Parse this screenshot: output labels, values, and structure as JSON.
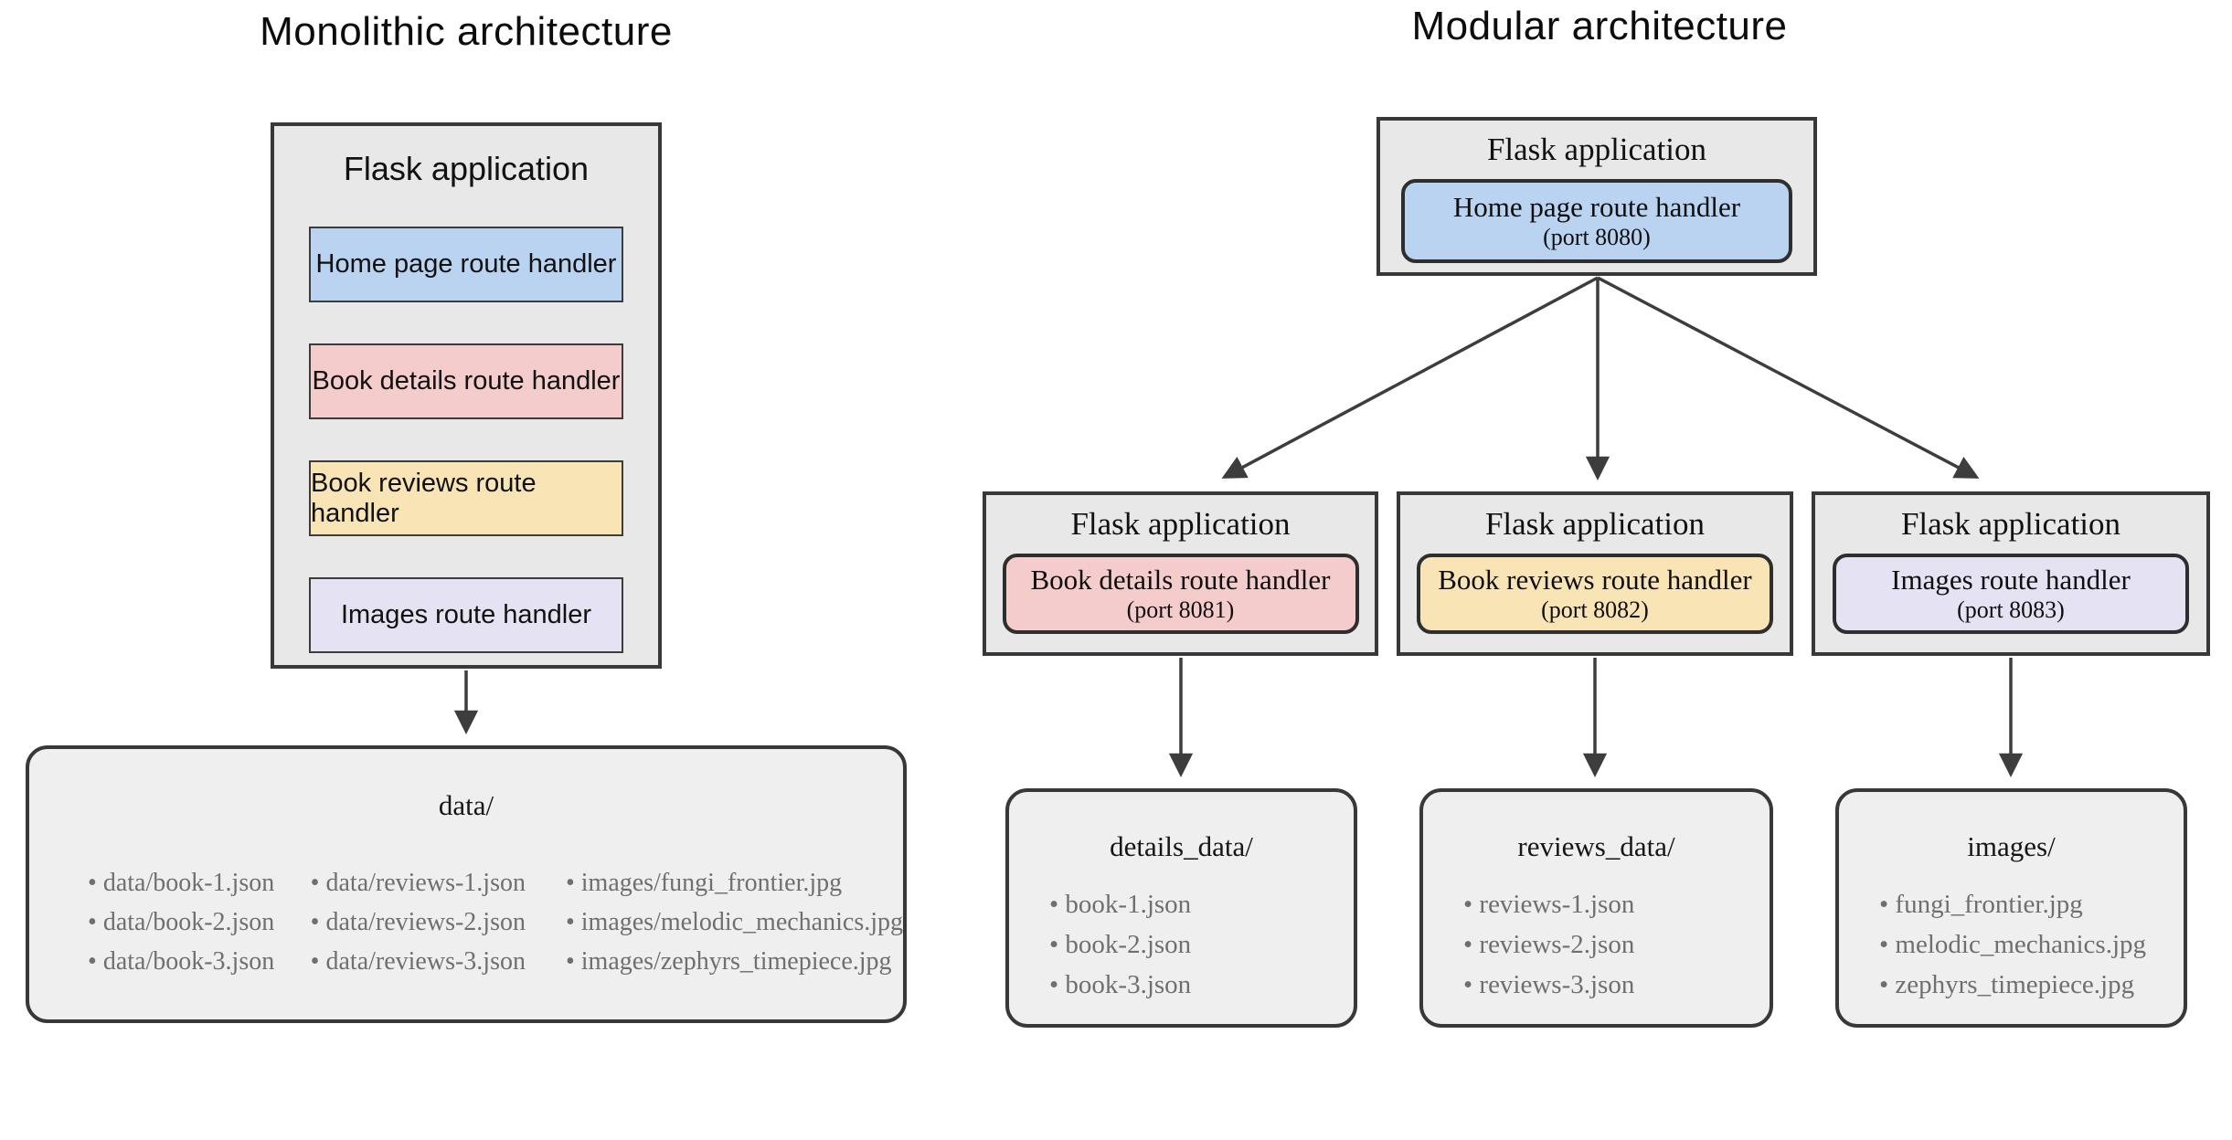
{
  "colors": {
    "app_fill": "#e8e8e8",
    "store_fill": "#efefef",
    "border": "#383838",
    "arrow": "#3d3d3d",
    "muted_text": "#6f6f6f",
    "blue": "#b9d3f0",
    "pink": "#f5cccc",
    "yellow": "#f9e4b5",
    "lavender": "#e4e2f3"
  },
  "monolithic": {
    "title": "Monolithic architecture",
    "app": {
      "title": "Flask application",
      "handlers": [
        {
          "label": "Home page route handler",
          "fill": "#b9d3f0"
        },
        {
          "label": "Book details route handler",
          "fill": "#f5cccc"
        },
        {
          "label": "Book reviews route handler",
          "fill": "#f9e4b5"
        },
        {
          "label": "Images route handler",
          "fill": "#e4e2f3"
        }
      ]
    },
    "store": {
      "title": "data/",
      "columns": [
        [
          "data/book-1.json",
          "data/book-2.json",
          "data/book-3.json"
        ],
        [
          "data/reviews-1.json",
          "data/reviews-2.json",
          "data/reviews-3.json"
        ],
        [
          "images/fungi_frontier.jpg",
          "images/melodic_mechanics.jpg",
          "images/zephyrs_timepiece.jpg"
        ]
      ]
    }
  },
  "modular": {
    "title": "Modular architecture",
    "root": {
      "title": "Flask application",
      "handler": {
        "label": "Home page route handler",
        "port": "(port 8080)",
        "fill": "#b9d3f0"
      }
    },
    "services": [
      {
        "title": "Flask application",
        "handler": {
          "label": "Book details route handler",
          "port": "(port 8081)",
          "fill": "#f5cccc"
        },
        "store": {
          "title": "details_data/",
          "items": [
            "book-1.json",
            "book-2.json",
            "book-3.json"
          ]
        }
      },
      {
        "title": "Flask application",
        "handler": {
          "label": "Book reviews route handler",
          "port": "(port 8082)",
          "fill": "#f9e4b5"
        },
        "store": {
          "title": "reviews_data/",
          "items": [
            "reviews-1.json",
            "reviews-2.json",
            "reviews-3.json"
          ]
        }
      },
      {
        "title": "Flask application",
        "handler": {
          "label": "Images route handler",
          "port": "(port 8083)",
          "fill": "#e4e2f3"
        },
        "store": {
          "title": "images/",
          "items": [
            "fungi_frontier.jpg",
            "melodic_mechanics.jpg",
            "zephyrs_timepiece.jpg"
          ]
        }
      }
    ]
  }
}
